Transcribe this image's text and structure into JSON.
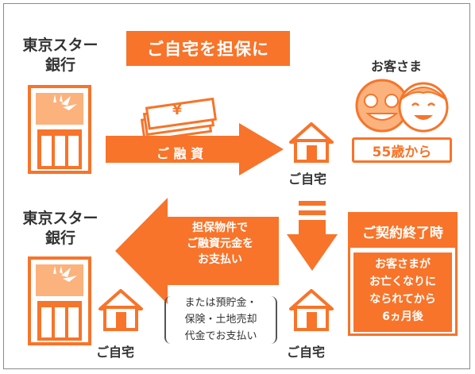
{
  "title": "ご自宅を担保に",
  "bank_top": [
    "東京スター",
    "銀行"
  ],
  "bank_bottom": [
    "東京スター",
    "銀行"
  ],
  "yen_symbol": "¥",
  "loan_label": "ご 融 資",
  "home_label_mid": "ご自宅",
  "home_label_bottom_right": "ご自宅",
  "home_label_bottom_left": "ご自宅",
  "customer_title": "お客さま",
  "customer_age": "55歳から",
  "contract_end_title": "ご契約終了時",
  "contract_end_body": [
    "お客さまが",
    "お亡くなりに",
    "なられてから",
    "6ヵ月後"
  ],
  "repay_label": [
    "担保物件で",
    "ご融資元金を",
    "お支払い"
  ],
  "alt_payment": [
    "または預貯金・",
    "保険・土地売却",
    "代金でお支払い"
  ],
  "colors": {
    "orange": "#f7742a",
    "light_orange": "#fbb27c",
    "text": "#333333"
  }
}
